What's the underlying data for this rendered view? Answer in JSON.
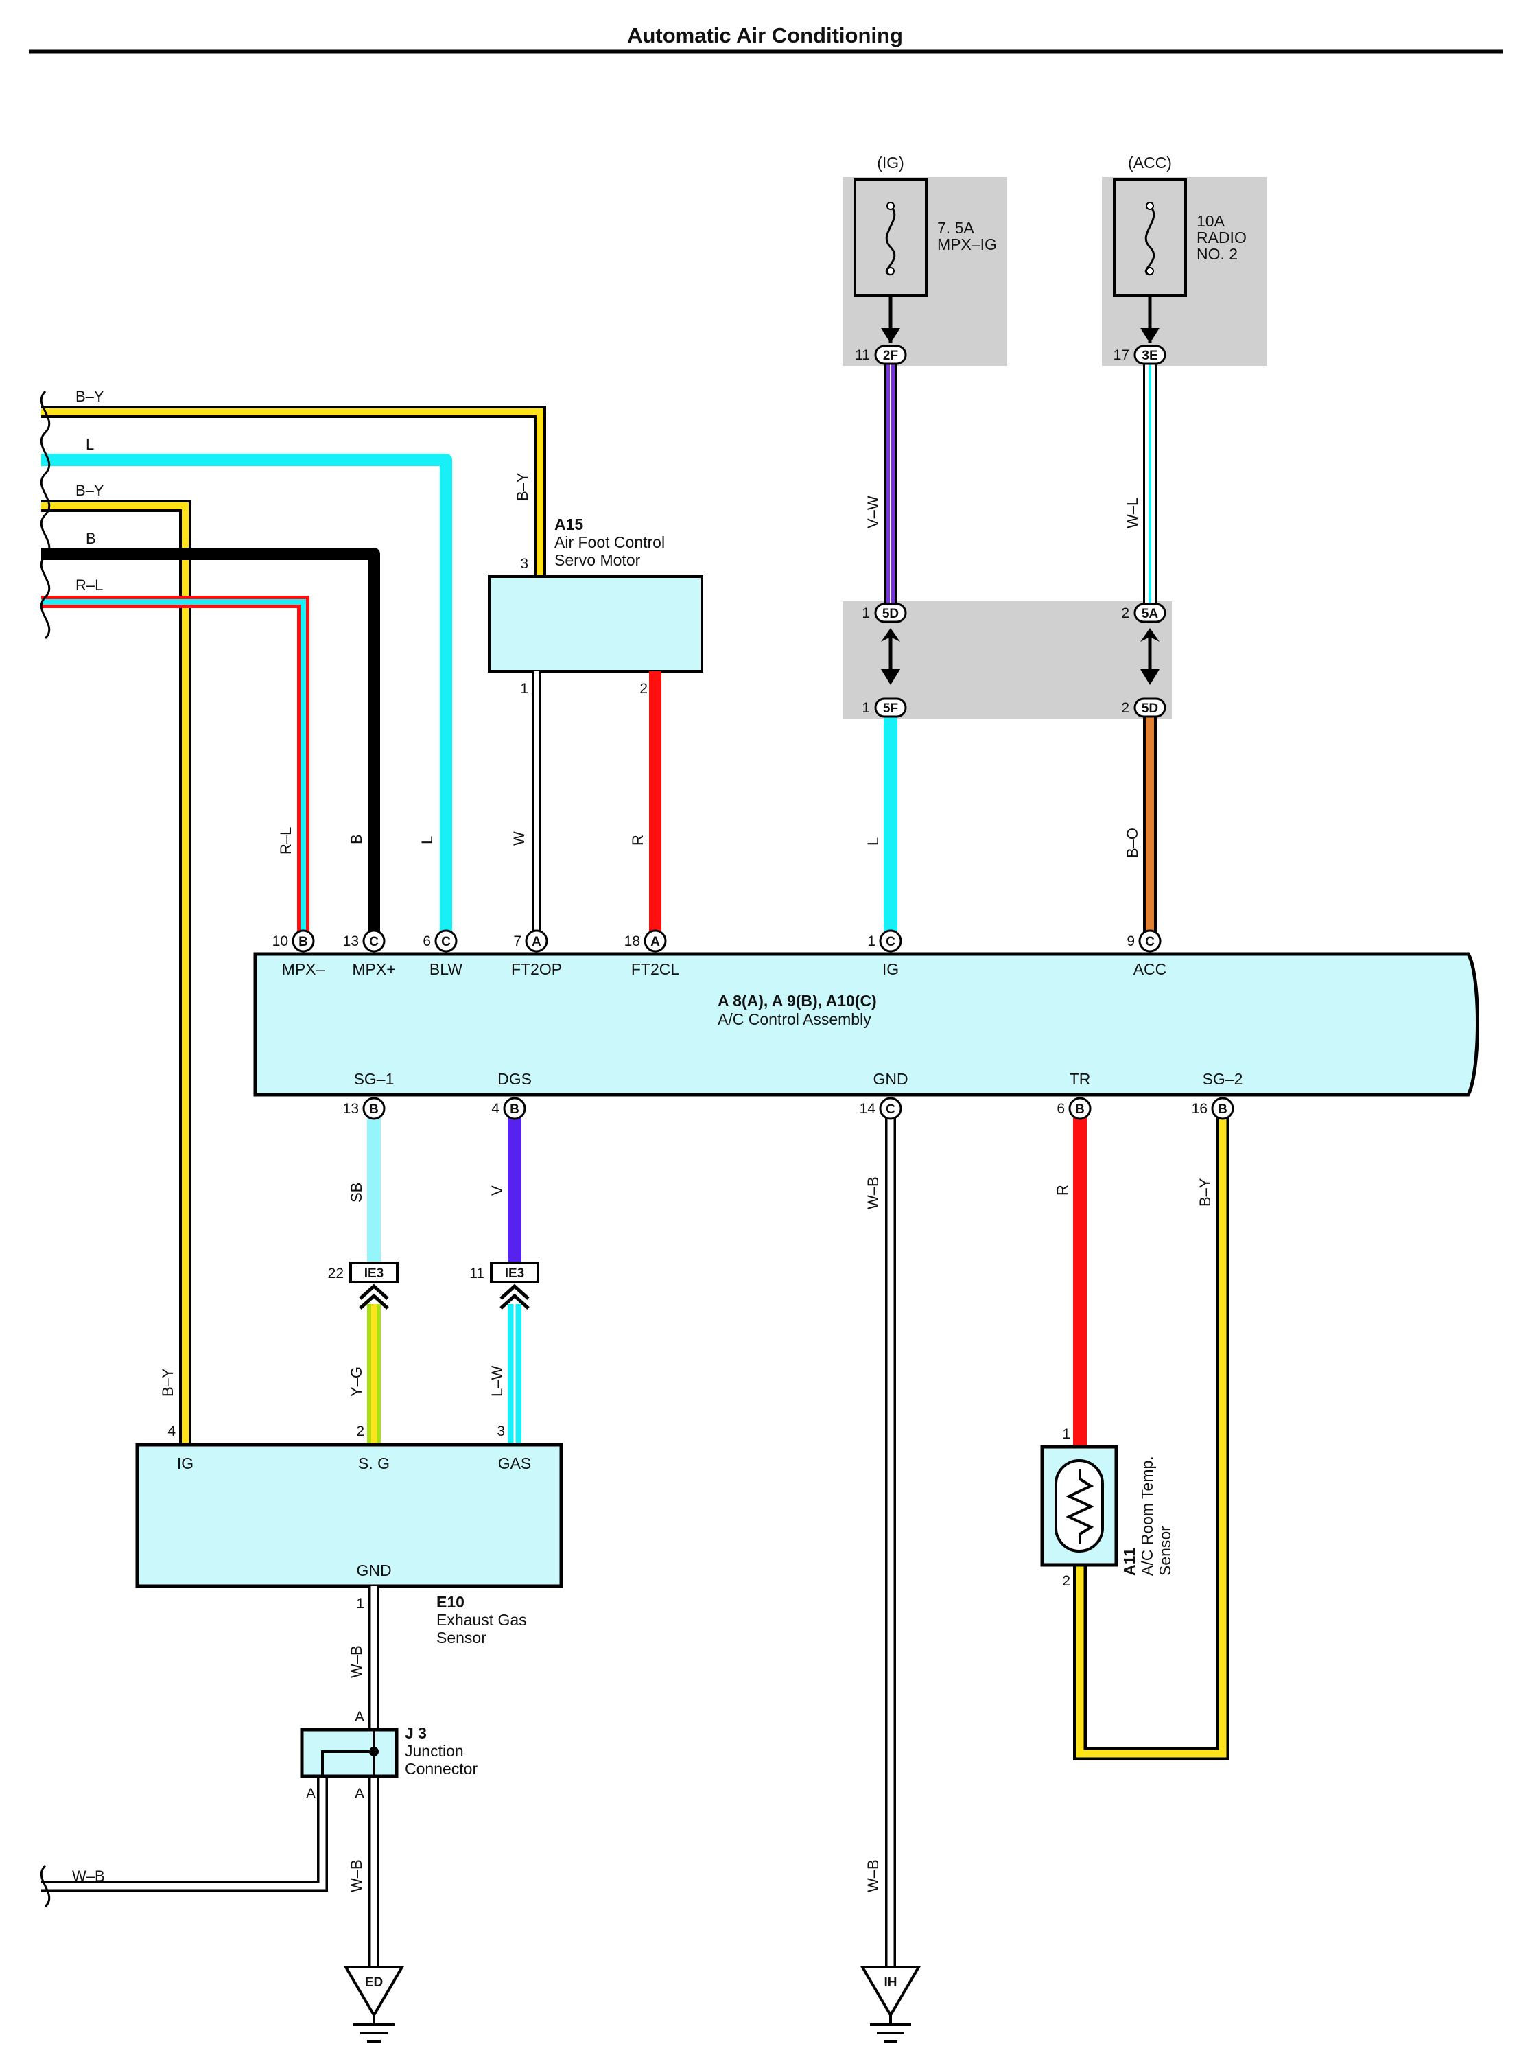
{
  "title": "Automatic Air Conditioning",
  "colors": {
    "yellow": "#ffe21a",
    "cyan": "#18f0f8",
    "black": "#000000",
    "red": "#ff1010",
    "white": "#ffffff",
    "violet": "#7733dd",
    "orange": "#e08030",
    "light_blue": "#96f4fb",
    "light_green": "#a8e010",
    "box_fill": "#cbf9fb",
    "shade": "#d0d0d0"
  },
  "power": {
    "ig": {
      "source": "(IG)",
      "rating": "7. 5A",
      "name": "MPX–IG",
      "conn_pin": "11",
      "conn": "2F"
    },
    "acc": {
      "source": "(ACC)",
      "rating": "10A",
      "name1": "RADIO",
      "name2": "NO. 2",
      "conn_pin": "17",
      "conn": "3E"
    }
  },
  "wires": {
    "left": [
      {
        "label": "B–Y"
      },
      {
        "label": "L"
      },
      {
        "label": "B–Y"
      },
      {
        "label": "B"
      },
      {
        "label": "R–L"
      }
    ],
    "top": {
      "rl": "R–L",
      "b": "B",
      "l": "L",
      "w": "W",
      "r": "R",
      "by": "B–Y",
      "vw": "V–W",
      "wl": "W–L",
      "l2": "L",
      "bo": "B–O"
    },
    "bottom": {
      "sb": "SB",
      "v": "V",
      "wb": "W–B",
      "r": "R",
      "by": "B–Y",
      "yg": "Y–G",
      "lw": "L–W",
      "by_ig": "B–Y",
      "wb_e10": "W–B",
      "wb_j3": "W–B",
      "wb_left": "W–B",
      "wb_ih": "W–B"
    }
  },
  "a15": {
    "code": "A15",
    "name1": "Air Foot Control",
    "name2": "Servo Motor",
    "pin_top": "3",
    "pin1": "1",
    "pin2": "2"
  },
  "junction_top": {
    "left_top_pin": "1",
    "left_top": "5D",
    "left_bot_pin": "1",
    "left_bot": "5F",
    "right_top_pin": "2",
    "right_top": "5A",
    "right_bot_pin": "2",
    "right_bot": "5D"
  },
  "ac_control": {
    "code": "A 8(A), A 9(B), A10(C)",
    "name": "A/C Control Assembly",
    "top_pins": [
      {
        "num": "10",
        "conn": "B",
        "label": "MPX–"
      },
      {
        "num": "13",
        "conn": "C",
        "label": "MPX+"
      },
      {
        "num": "6",
        "conn": "C",
        "label": "BLW"
      },
      {
        "num": "7",
        "conn": "A",
        "label": "FT2OP"
      },
      {
        "num": "18",
        "conn": "A",
        "label": "FT2CL"
      },
      {
        "num": "1",
        "conn": "C",
        "label": "IG"
      },
      {
        "num": "9",
        "conn": "C",
        "label": "ACC"
      }
    ],
    "bottom_pins": [
      {
        "num": "13",
        "conn": "B",
        "label": "SG–1"
      },
      {
        "num": "4",
        "conn": "B",
        "label": "DGS"
      },
      {
        "num": "14",
        "conn": "C",
        "label": "GND"
      },
      {
        "num": "6",
        "conn": "B",
        "label": "TR"
      },
      {
        "num": "16",
        "conn": "B",
        "label": "SG–2"
      }
    ]
  },
  "ie3": [
    {
      "pin": "22",
      "conn": "IE3"
    },
    {
      "pin": "11",
      "conn": "IE3"
    }
  ],
  "e10": {
    "code": "E10",
    "name1": "Exhaust Gas",
    "name2": "Sensor",
    "pin_ig_num": "4",
    "pin_ig": "IG",
    "pin_sg_num": "2",
    "pin_sg": "S. G",
    "pin_gas_num": "3",
    "pin_gas": "GAS",
    "pin_gnd_num": "1",
    "pin_gnd": "GND"
  },
  "j3": {
    "code": "J 3",
    "name1": "Junction",
    "name2": "Connector",
    "top": "A",
    "bot_left": "A",
    "bot_right": "A"
  },
  "a11": {
    "code": "A11",
    "name1": "A/C Room Temp.",
    "name2": "Sensor",
    "pin1": "1",
    "pin2": "2"
  },
  "grounds": {
    "ed": "ED",
    "ih": "IH"
  }
}
